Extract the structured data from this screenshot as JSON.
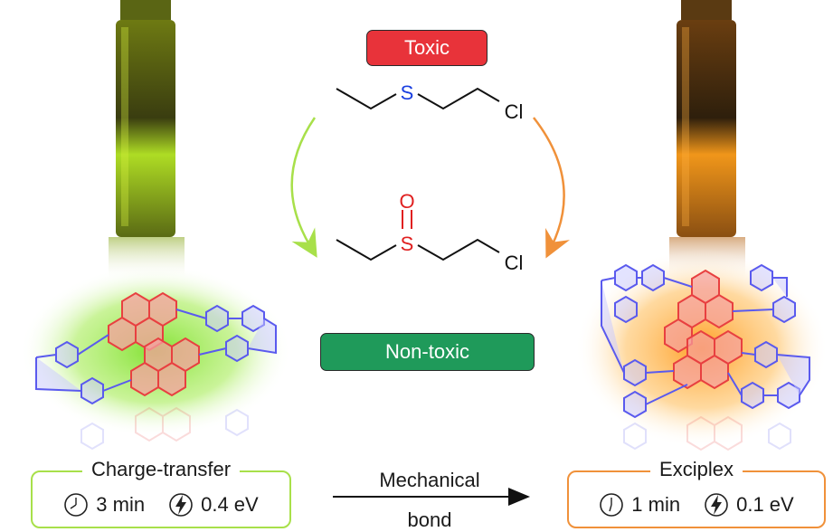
{
  "labels": {
    "toxic": "Toxic",
    "non_toxic": "Non-toxic",
    "mechanical": "Mechanical",
    "bond": "bond"
  },
  "molecule_top": {
    "s": "S",
    "cl": "Cl"
  },
  "molecule_bottom": {
    "s": "S",
    "o": "O",
    "cl": "Cl"
  },
  "left_box": {
    "title": "Charge-transfer",
    "time": "3 min",
    "energy": "0.4 eV"
  },
  "right_box": {
    "title": "Exciplex",
    "time": "1 min",
    "energy": "0.1 eV"
  },
  "colors": {
    "toxic_badge": "#e8333a",
    "nontoxic_badge": "#1f9a5a",
    "left_accent": "#a8e04a",
    "right_accent": "#f0913a",
    "pyrene": "#e84040",
    "pyridinium": "#5a5aee",
    "sulfur": "#1a3fe0",
    "oxygen": "#e02020"
  }
}
